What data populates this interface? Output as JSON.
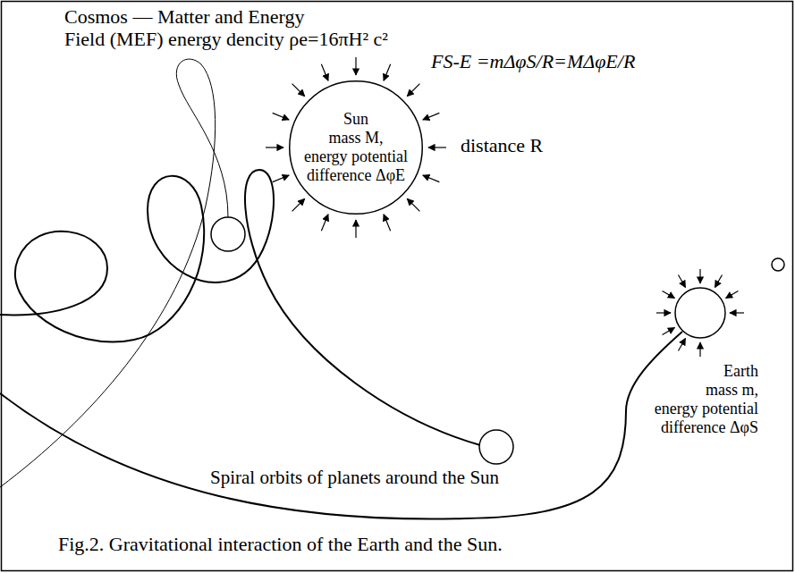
{
  "diagram": {
    "title": "Cosmos — Matter and Energy",
    "caption": "Fig.2. Gravitational interaction of the Earth and the Sun.",
    "nodes": [
      {
        "text": [
          "Sun",
          "mass M,",
          "energy potential difference ΔφE"
        ]
      },
      {
        "text": [
          "Earth",
          "mass m,",
          "energy potential difference ΔφS"
        ]
      }
    ],
    "labels": [
      "Field (MEF) energy dencity ρe=16πH² c²",
      "FS-E =mΔφS/R=MΔφE/R",
      "distance R",
      "Spiral orbits of planets around the Sun"
    ]
  }
}
